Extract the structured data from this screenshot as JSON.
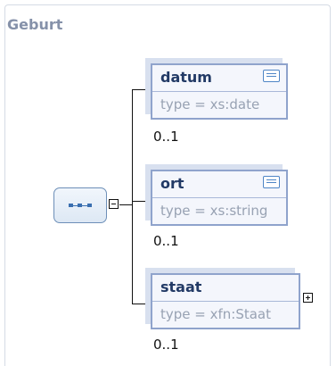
{
  "group": {
    "title": "Geburt"
  },
  "compositor": {
    "icon": "sequence-icon",
    "toggle": "collapse-icon"
  },
  "elements": [
    {
      "name": "datum",
      "type": "type = xs:date",
      "occurs": "0..1",
      "icon": "documentation-icon"
    },
    {
      "name": "ort",
      "type": "type = xs:string",
      "occurs": "0..1",
      "icon": "documentation-icon"
    },
    {
      "name": "staat",
      "type": "type = xfn:Staat",
      "occurs": "0..1",
      "icon": "expand-icon"
    }
  ],
  "colors": {
    "title": "#8591a9",
    "element_border": "#8fa3cc",
    "element_name": "#223a66",
    "element_type": "#98a2b3"
  }
}
